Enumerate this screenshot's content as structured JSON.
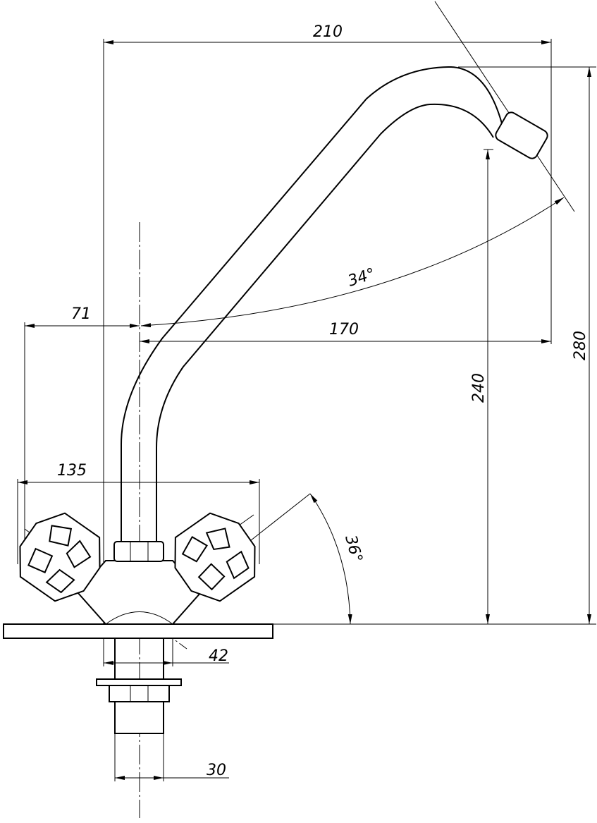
{
  "title": "Faucet dimension drawing",
  "dimensions": {
    "overall_reach": "210",
    "handle_offset": "71",
    "spout_reach": "170",
    "spout_angle": "34°",
    "handle_span": "135",
    "handle_angle": "36°",
    "outlet_height": "240",
    "overall_height": "280",
    "body_base_width": "42",
    "pipe_diameter": "30"
  }
}
